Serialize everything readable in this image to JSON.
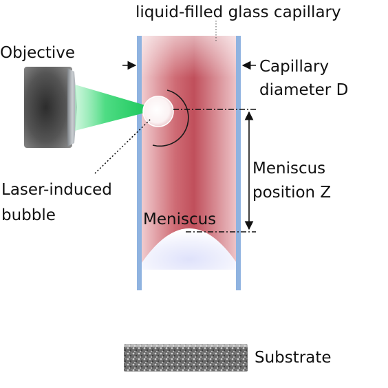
{
  "labels": {
    "capillary": "liquid-filled glass capillary",
    "objective": "Objective",
    "diameter_line1": "Capillary",
    "diameter_line2": "diameter D",
    "bubble_line1": "Laser-induced",
    "bubble_line2": "bubble",
    "position_line1": "Meniscus",
    "position_line2": "position Z",
    "meniscus": "Meniscus",
    "substrate": "Substrate"
  },
  "colors": {
    "wall": "#8fb3e0",
    "liquid": "#c25560",
    "laser": "#2bd36a",
    "objective_body": "#4a4a4a",
    "objective_lens": "#a0a5aa"
  }
}
